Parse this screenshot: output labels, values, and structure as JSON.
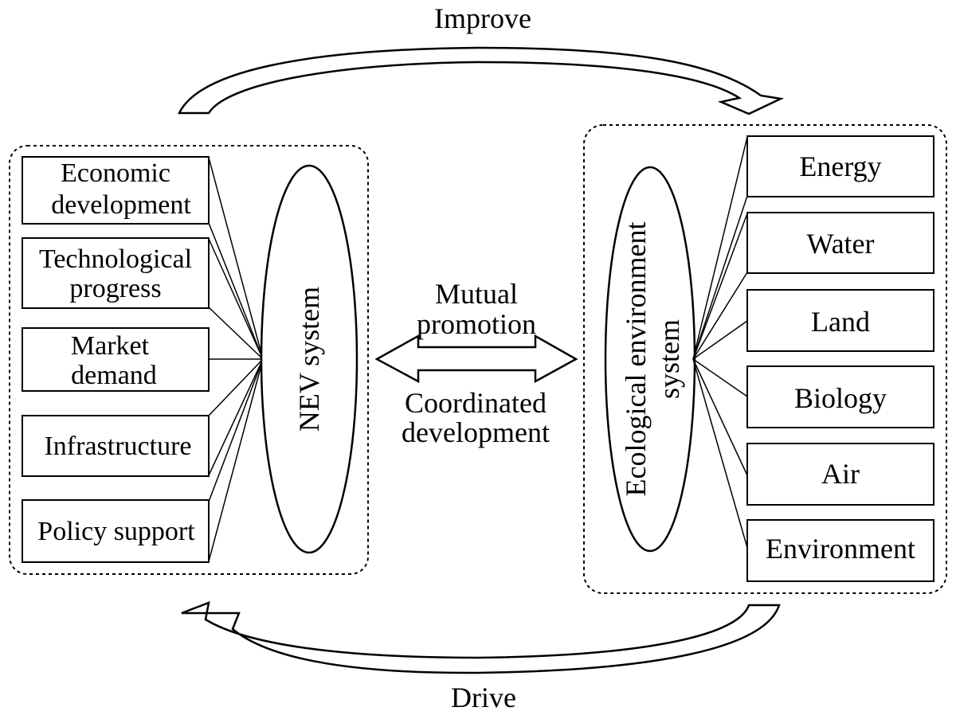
{
  "labels": {
    "improve": "Improve",
    "drive": "Drive",
    "mutual_1": "Mutual",
    "mutual_2": "promotion",
    "coord_1": "Coordinated",
    "coord_2": "development"
  },
  "left_system": {
    "title": "NEV system",
    "factors": [
      {
        "line1": "Economic",
        "line2": "development"
      },
      {
        "line1": "Technological",
        "line2": "progress"
      },
      {
        "line1": "Market",
        "line2": "demand"
      },
      {
        "line1": "Infrastructure",
        "line2": ""
      },
      {
        "line1": "Policy support",
        "line2": ""
      }
    ]
  },
  "right_system": {
    "title_1": "Ecological environment",
    "title_2": "system",
    "elements": [
      "Energy",
      "Water",
      "Land",
      "Biology",
      "Air",
      "Environment"
    ]
  }
}
